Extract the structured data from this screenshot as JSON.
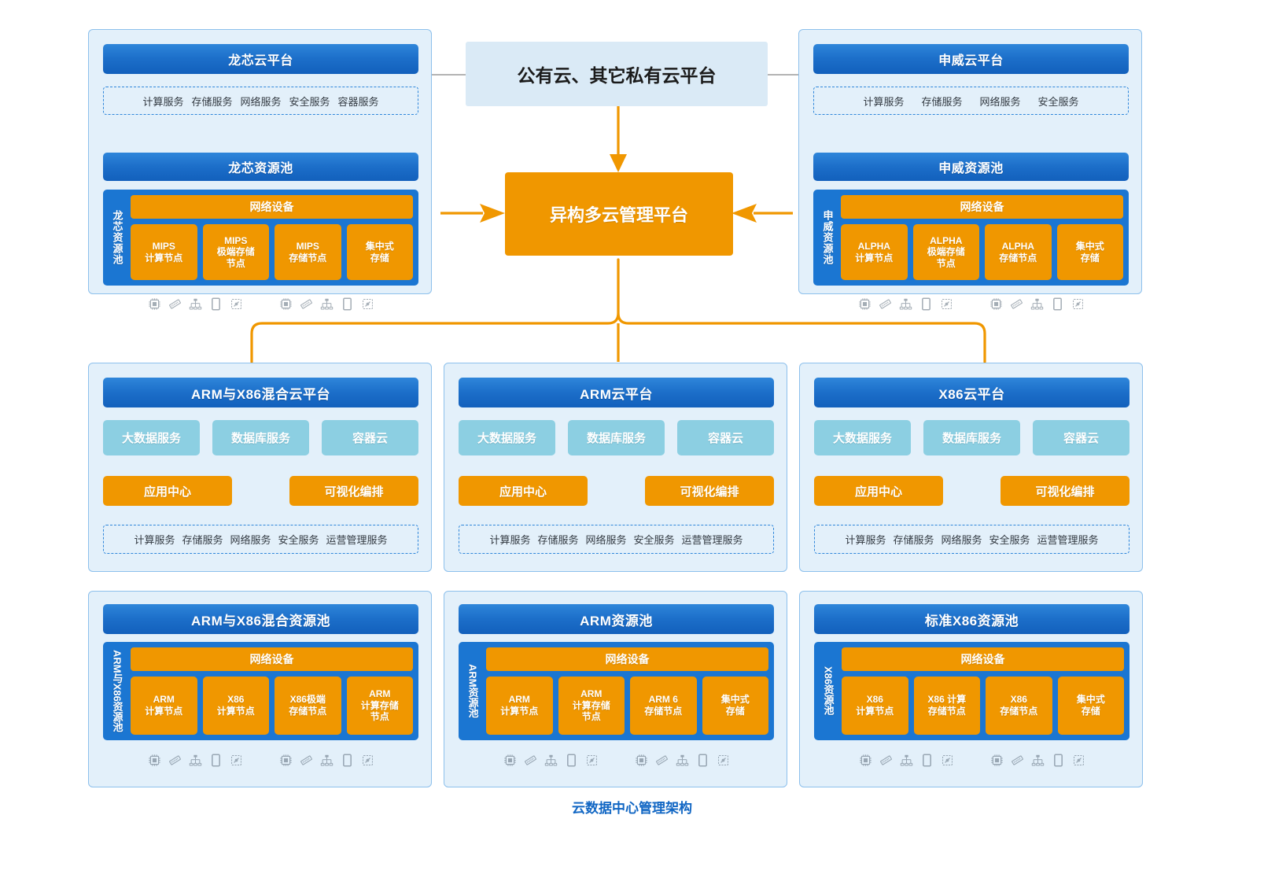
{
  "diagram": {
    "caption": "云数据中心管理架构",
    "colors": {
      "panel_bg": "#e3f0fa",
      "panel_border": "#8dc0ec",
      "blue_bar": "#1c6ec9",
      "orange": "#f09700",
      "cyan_chip": "#8ccfe2",
      "resource_pool_blue": "#1b76d2",
      "public_cloud_bg": "#daeaf6",
      "caption_color": "#1267c4",
      "gray_link": "#9a9a9a"
    }
  },
  "center": {
    "public_cloud_label": "公有云、其它私有云平台",
    "mgmt_platform_label": "异构多云管理平台"
  },
  "top_panels": [
    {
      "id": "loongson",
      "title": "龙芯云平台",
      "services": [
        "计算服务",
        "存储服务",
        "网络服务",
        "安全服务",
        "容器服务"
      ],
      "pool_title": "龙芯资源池",
      "pool_side_label": "龙芯资源池",
      "network_label": "网络设备",
      "nodes": [
        {
          "line1": "MIPS",
          "line2": "计算节点",
          "line3": ""
        },
        {
          "line1": "MIPS",
          "line2": "极端存储",
          "line3": "节点"
        },
        {
          "line1": "MIPS",
          "line2": "存储节点",
          "line3": ""
        },
        {
          "line1": "集中式",
          "line2": "存储",
          "line3": ""
        }
      ]
    },
    {
      "id": "sunway",
      "title": "申威云平台",
      "services": [
        "计算服务",
        "存储服务",
        "网络服务",
        "安全服务"
      ],
      "pool_title": "申威资源池",
      "pool_side_label": "申威资源池",
      "network_label": "网络设备",
      "nodes": [
        {
          "line1": "ALPHA",
          "line2": "计算节点",
          "line3": ""
        },
        {
          "line1": "ALPHA",
          "line2": "极端存储",
          "line3": "节点"
        },
        {
          "line1": "ALPHA",
          "line2": "存储节点",
          "line3": ""
        },
        {
          "line1": "集中式",
          "line2": "存储",
          "line3": ""
        }
      ]
    }
  ],
  "cloud_panels": [
    {
      "id": "arm-x86-hybrid",
      "title": "ARM与X86混合云平台",
      "chips": [
        "大数据服务",
        "数据库服务",
        "容器云"
      ],
      "app_center": "应用中心",
      "orchestration": "可视化编排",
      "services": [
        "计算服务",
        "存储服务",
        "网络服务",
        "安全服务",
        "运营管理服务"
      ]
    },
    {
      "id": "arm",
      "title": "ARM云平台",
      "chips": [
        "大数据服务",
        "数据库服务",
        "容器云"
      ],
      "app_center": "应用中心",
      "orchestration": "可视化编排",
      "services": [
        "计算服务",
        "存储服务",
        "网络服务",
        "安全服务",
        "运营管理服务"
      ]
    },
    {
      "id": "x86",
      "title": "X86云平台",
      "chips": [
        "大数据服务",
        "数据库服务",
        "容器云"
      ],
      "app_center": "应用中心",
      "orchestration": "可视化编排",
      "services": [
        "计算服务",
        "存储服务",
        "网络服务",
        "安全服务",
        "运营管理服务"
      ]
    }
  ],
  "pool_panels": [
    {
      "id": "arm-x86-hybrid-pool",
      "title": "ARM与X86混合资源池",
      "side_label": "ARM与X86资源池",
      "network_label": "网络设备",
      "nodes": [
        {
          "line1": "ARM",
          "line2": "计算节点",
          "line3": ""
        },
        {
          "line1": "X86",
          "line2": "计算节点",
          "line3": ""
        },
        {
          "line1": "X86极端",
          "line2": "存储节点",
          "line3": ""
        },
        {
          "line1": "ARM",
          "line2": "计算存储",
          "line3": "节点"
        }
      ]
    },
    {
      "id": "arm-pool",
      "title": "ARM资源池",
      "side_label": "ARM资源池",
      "network_label": "网络设备",
      "nodes": [
        {
          "line1": "ARM",
          "line2": "计算节点",
          "line3": ""
        },
        {
          "line1": "ARM",
          "line2": "计算存储",
          "line3": "节点"
        },
        {
          "line1": "ARM 6",
          "line2": "存储节点",
          "line3": ""
        },
        {
          "line1": "集中式",
          "line2": "存储",
          "line3": ""
        }
      ]
    },
    {
      "id": "x86-pool",
      "title": "标准X86资源池",
      "side_label": "X86资源池",
      "network_label": "网络设备",
      "nodes": [
        {
          "line1": "X86",
          "line2": "计算节点",
          "line3": ""
        },
        {
          "line1": "X86 计算",
          "line2": "存储节点",
          "line3": ""
        },
        {
          "line1": "X86",
          "line2": "存储节点",
          "line3": ""
        },
        {
          "line1": "集中式",
          "line2": "存储",
          "line3": ""
        }
      ]
    }
  ],
  "hardware_icons": [
    "cpu-chip-icon",
    "memory-module-icon",
    "network-tree-icon",
    "tablet-device-icon",
    "disk-fan-icon"
  ],
  "cube_icon": "cube-3d-icon"
}
